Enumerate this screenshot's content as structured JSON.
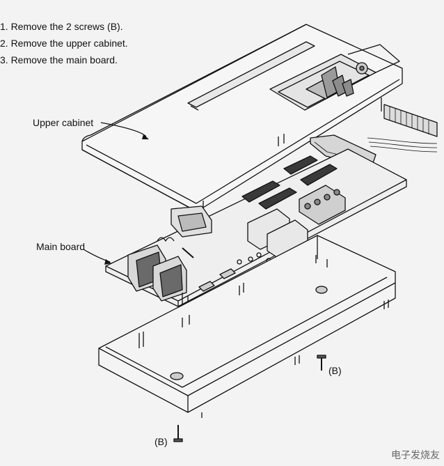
{
  "steps": [
    "1.  Remove the 2 screws (B).",
    "2.  Remove the upper cabinet.",
    "3.  Remove the main board."
  ],
  "labels": {
    "upper_cabinet": "Upper cabinet",
    "main_board": "Main board",
    "screw_b": "(B)"
  },
  "watermark": "电子发烧友"
}
